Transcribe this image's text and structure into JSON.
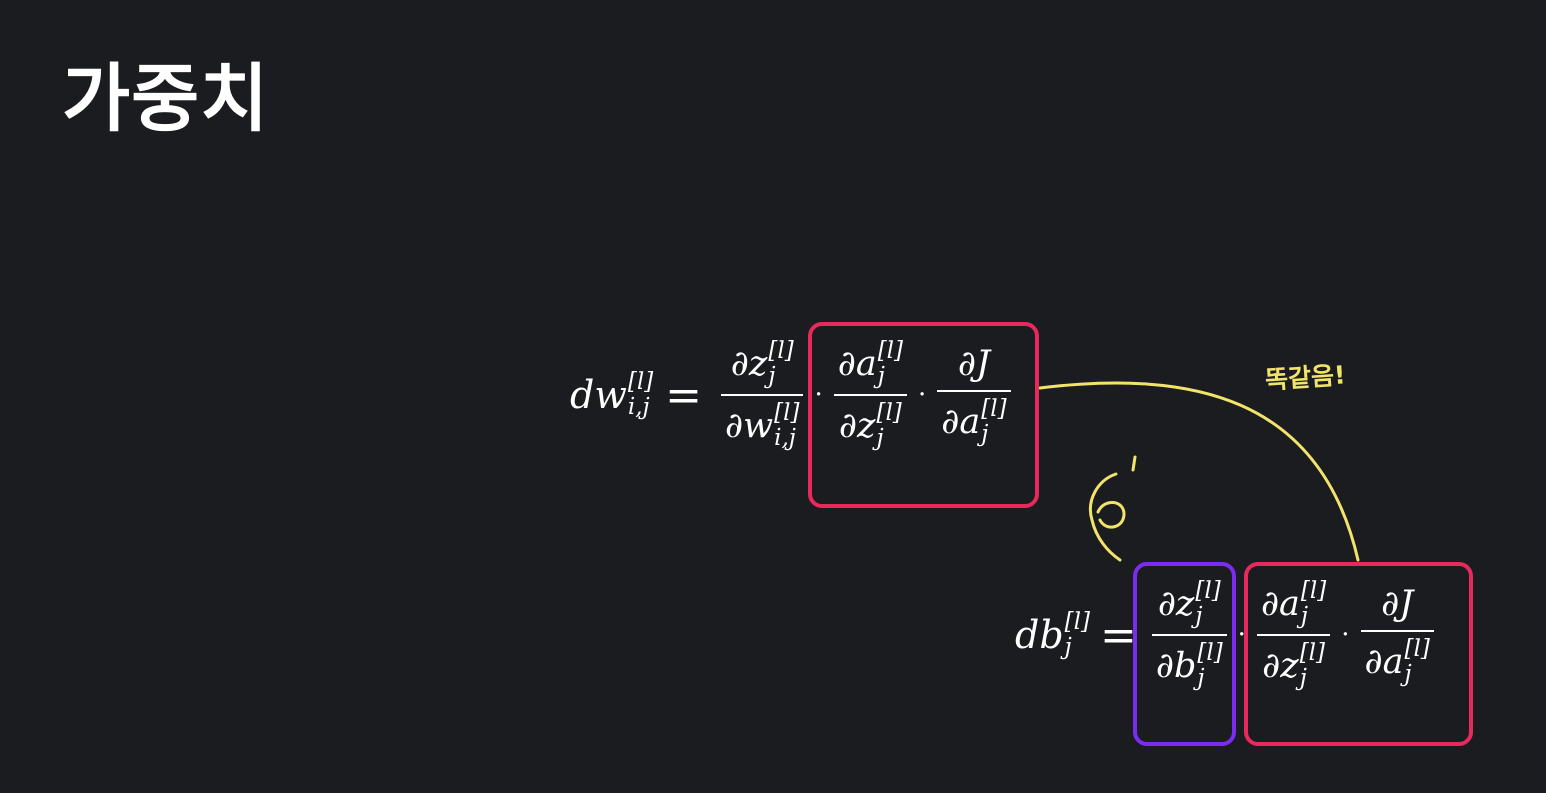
{
  "title": "가중치",
  "note": "똑같음!",
  "symbols": {
    "partial": "∂",
    "layer": "[l]",
    "ij": "i,j",
    "j": "j",
    "equals": "=",
    "cdot": "·",
    "z": "z",
    "a": "a",
    "w": "w",
    "b": "b",
    "J": "J",
    "dw": "dw",
    "db": "db"
  },
  "colors": {
    "background": "#1b1c20",
    "text": "#ffffff",
    "pink_box": "#e8295c",
    "purple_box": "#7b2cf0",
    "annotation_yellow": "#f2e46a"
  }
}
